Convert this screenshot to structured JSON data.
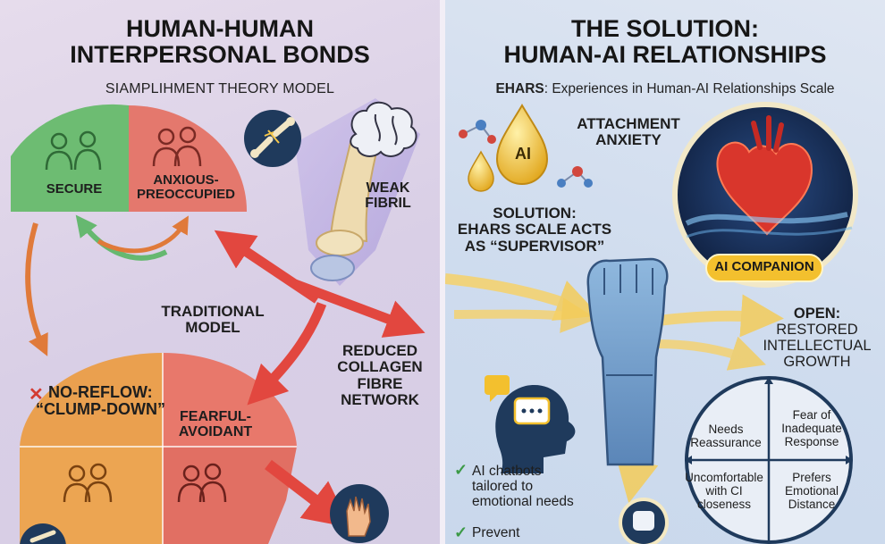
{
  "left": {
    "title_line1": "HUMAN-HUMAN",
    "title_line2": "INTERPERSONAL BONDS",
    "subtitle": "SIAMPLIHMENT THEORY MODEL",
    "quadrants": {
      "secure": "SECURE",
      "anxious_line1": "ANXIOUS-",
      "anxious_line2": "PREOCCUPIED",
      "noreflow_line1": "NO-REFLOW:",
      "noreflow_line2": "“CLUMP-DOWN”",
      "fearful_line1": "FEARFUL-",
      "fearful_line2": "AVOIDANT"
    },
    "weak_line1": "WEAK",
    "weak_line2": "FIBRIL",
    "traditional_line1": "TRADITIONAL",
    "traditional_line2": "MODEL",
    "reduced_line1": "REDUCED",
    "reduced_line2": "COLLAGEN",
    "reduced_line3": "FIBRE",
    "reduced_line4": "NETWORK"
  },
  "right": {
    "title_line1": "THE SOLUTION:",
    "title_line2": "HUMAN-AI RELATIONSHIPS",
    "subtitle_bold": "EHARS",
    "subtitle_rest": ": Experiences in Human-AI Relationships Scale",
    "ai_drop": "AI",
    "attachment_line1": "ATTACHMENT",
    "attachment_line2": "ANXIETY",
    "solution_line1": "SOLUTION:",
    "solution_line2": "EHARS SCALE ACTS",
    "solution_line3": "AS “SUPERVISOR”",
    "ai_companion": "AI COMPANION",
    "open_line1": "OPEN:",
    "open_line2": "RESTORED",
    "open_line3": "INTELLECTUAL",
    "open_line4": "GROWTH",
    "quad": {
      "tl_line1": "Needs",
      "tl_line2": "Reassurance",
      "tr_line1": "Fear of",
      "tr_line2": "Inadequate",
      "tr_line3": "Response",
      "bl_line1": "Uncomfortable",
      "bl_line2": "with CI",
      "bl_line3": "closeness",
      "br_line1": "Prefers",
      "br_line2": "Emotional",
      "br_line3": "Distance"
    },
    "checks": [
      {
        "mark": "✓",
        "line1": "AI chatbots",
        "line2": "tailored to",
        "line3": "emotional needs"
      },
      {
        "mark": "✓",
        "line1": "Prevent"
      }
    ]
  },
  "colors": {
    "secure_green": "#5fb768",
    "anxious_red": "#e4736a",
    "orange": "#eca552",
    "arrow_red": "#e2473f",
    "arrow_yellow": "#f6d26a",
    "dark_navy": "#1f3a5c"
  }
}
